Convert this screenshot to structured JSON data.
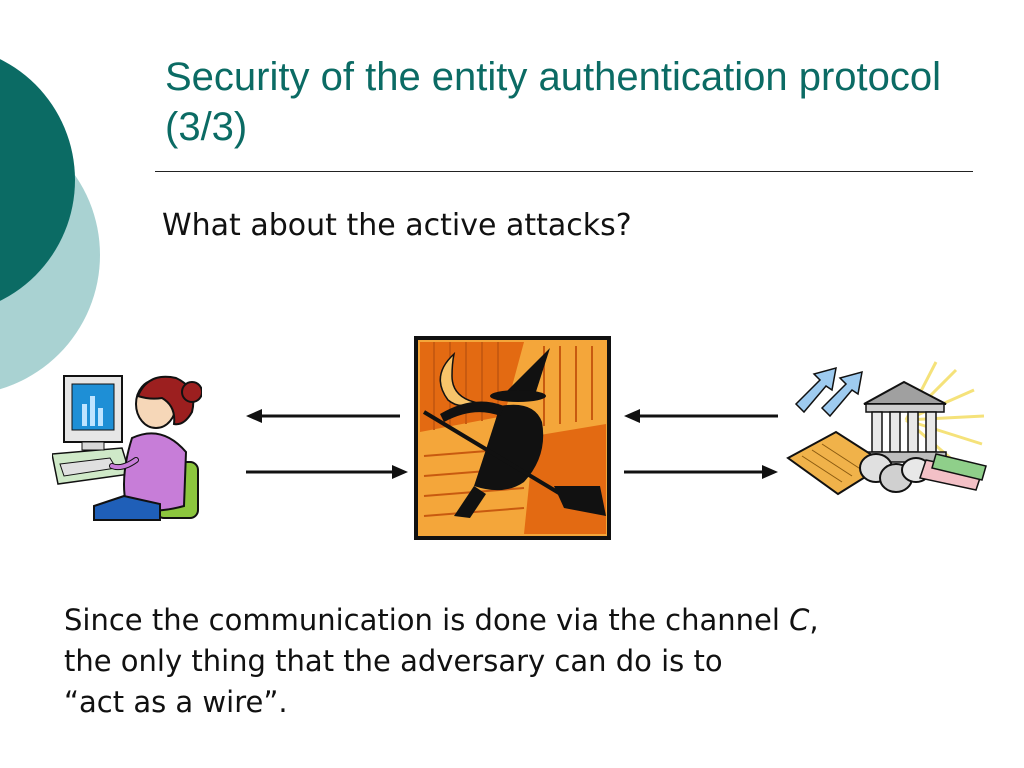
{
  "slide": {
    "title": "Security of the entity authentication protocol (3/3)",
    "subtitle": "What about the active attacks?",
    "body": {
      "before_italic": "Since the communication is done via the channel ",
      "italic": "C",
      "line1_after": ",",
      "line2": "the only thing that the adversary can do is to",
      "line3": "“act as a wire”."
    }
  },
  "figure": {
    "left": "woman-at-computer-clipart",
    "center": "witch-on-broomstick-clipart",
    "right": "bank-and-money-clipart",
    "arrows": [
      "left",
      "right",
      "left",
      "right"
    ]
  },
  "colors": {
    "title": "#0b6b64",
    "deco_dark": "#0b6b64",
    "deco_light": "#a9d2d2"
  }
}
